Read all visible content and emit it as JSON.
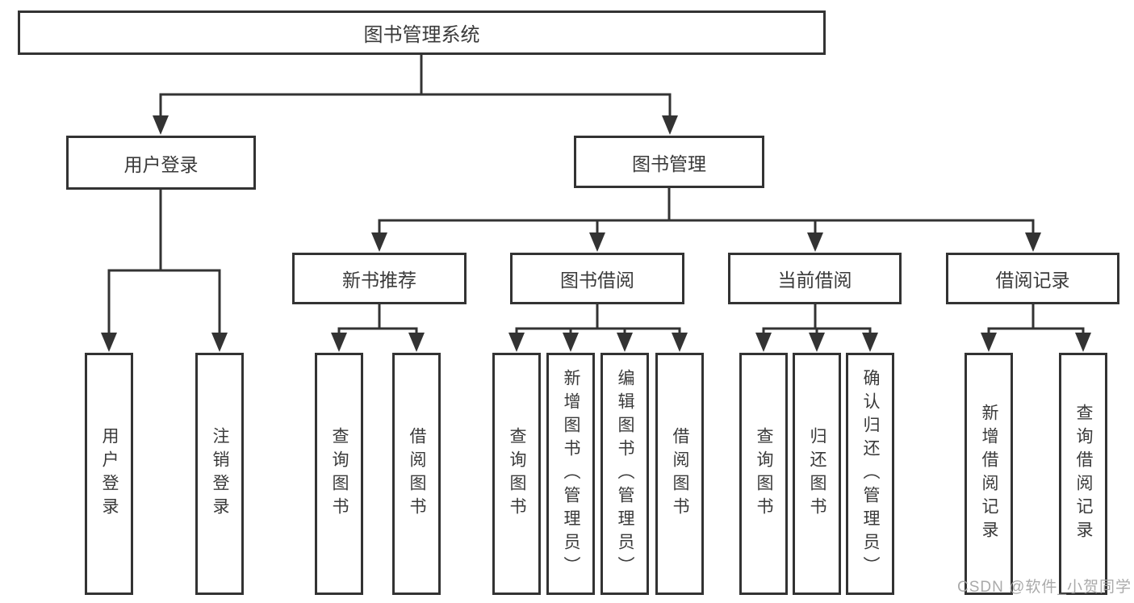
{
  "watermark": "CSDN @软件_小贺同学",
  "colors": {
    "line": "#333333",
    "text": "#3a3a3a",
    "background": "#ffffff",
    "watermark": "#a5a5a5"
  },
  "tree": {
    "label": "图书管理系统",
    "children": [
      {
        "label": "用户登录",
        "children": [
          {
            "label": "用户登录"
          },
          {
            "label": "注销登录"
          }
        ]
      },
      {
        "label": "图书管理",
        "children": [
          {
            "label": "新书推荐",
            "children": [
              {
                "label": "查询图书"
              },
              {
                "label": "借阅图书"
              }
            ]
          },
          {
            "label": "图书借阅",
            "children": [
              {
                "label": "查询图书"
              },
              {
                "label": "新增图书（管理员）"
              },
              {
                "label": "编辑图书（管理员）"
              },
              {
                "label": "借阅图书"
              }
            ]
          },
          {
            "label": "当前借阅",
            "children": [
              {
                "label": "查询图书"
              },
              {
                "label": "归还图书"
              },
              {
                "label": "确认归还（管理员）"
              }
            ]
          },
          {
            "label": "借阅记录",
            "children": [
              {
                "label": "新增借阅记录"
              },
              {
                "label": "查询借阅记录"
              }
            ]
          }
        ]
      }
    ]
  }
}
